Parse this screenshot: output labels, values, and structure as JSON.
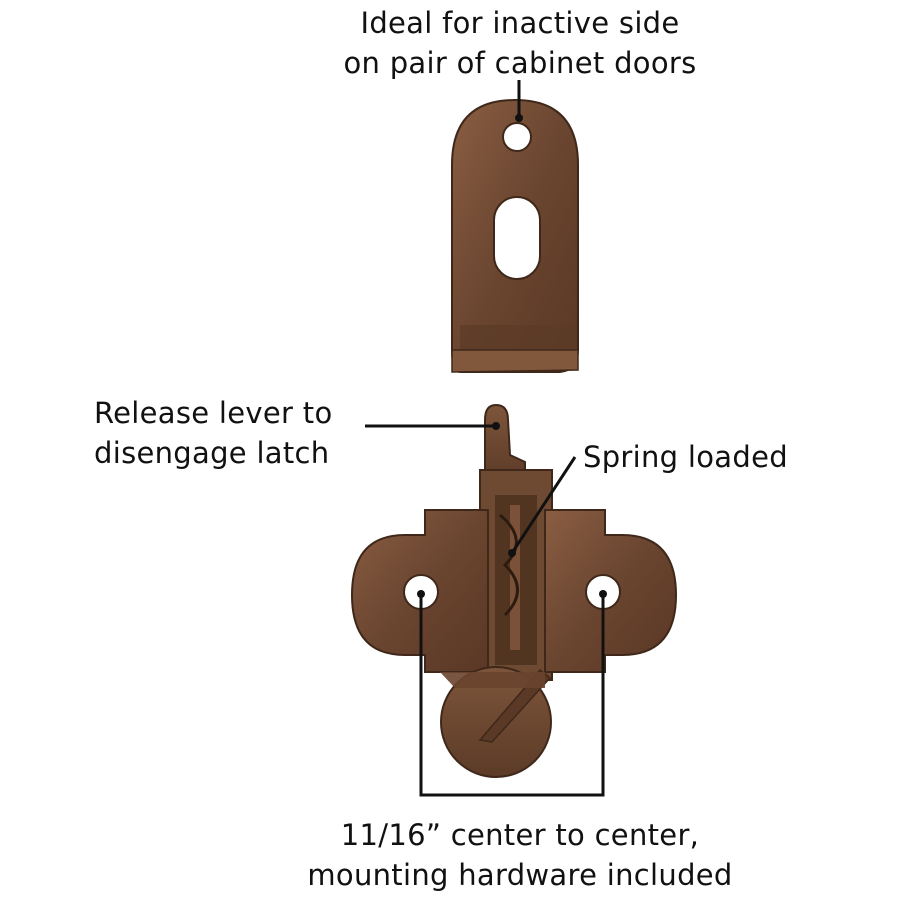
{
  "callouts": {
    "top": {
      "line1": "Ideal for inactive side",
      "line2": "on pair of cabinet doors"
    },
    "release_lever": {
      "line1": "Release lever to",
      "line2": "disengage latch"
    },
    "spring": {
      "line1": "Spring loaded"
    },
    "mounting": {
      "line1": "11/16” center to center,",
      "line2": "mounting hardware included"
    }
  },
  "colors": {
    "metal": "#6e4a33",
    "metal_dark": "#3e2718",
    "metal_light": "#8a5f42",
    "leader": "#111111"
  }
}
